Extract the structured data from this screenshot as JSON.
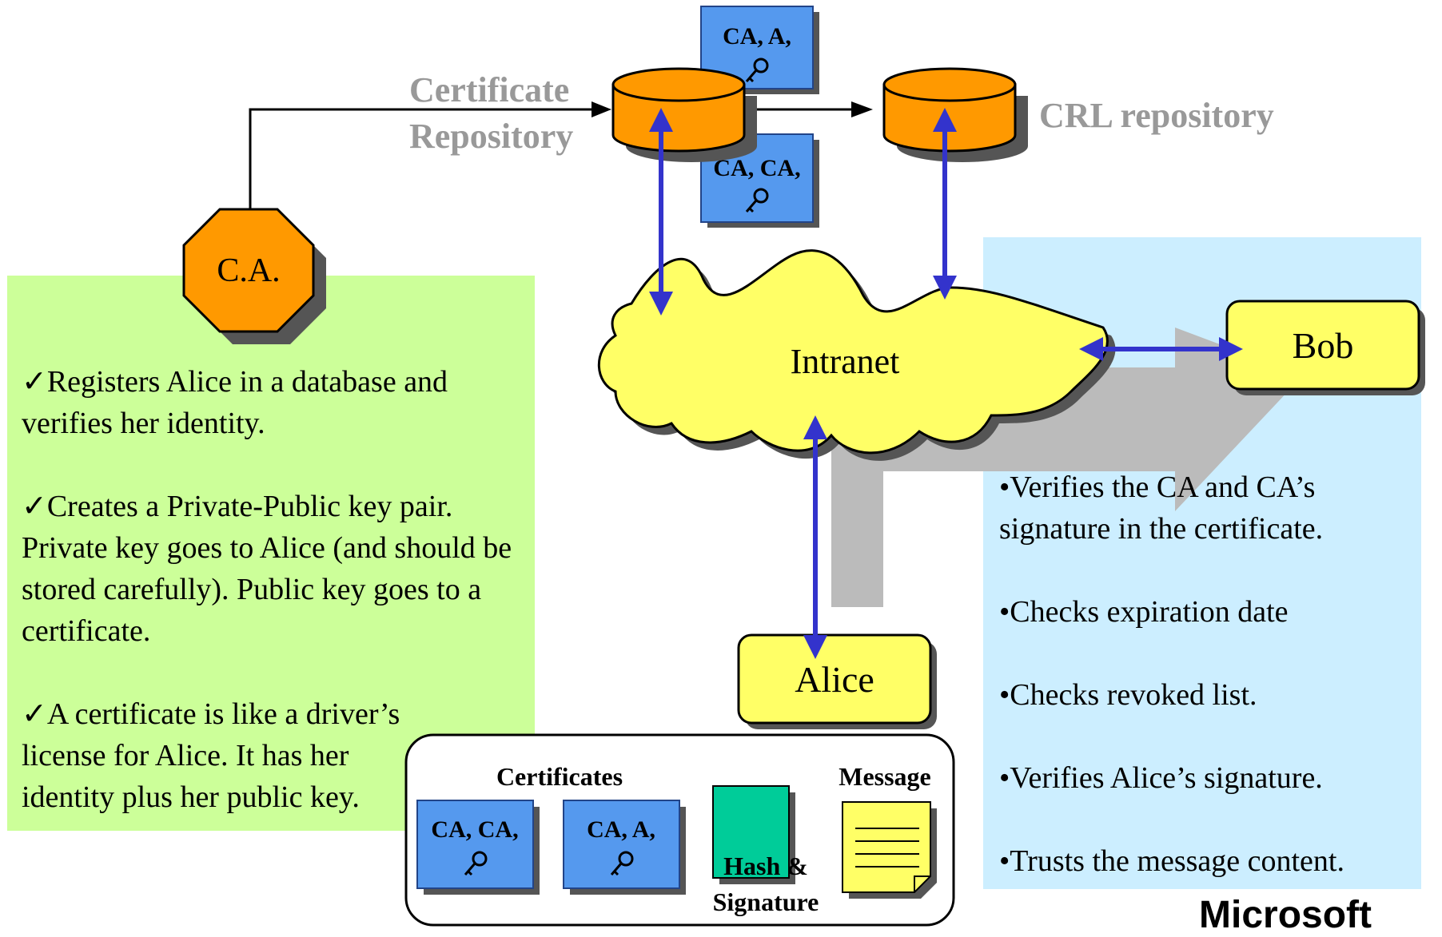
{
  "ca": {
    "label": "C.A."
  },
  "certificate_repository": {
    "line1": "Certificate",
    "line2": "Repository"
  },
  "crl_repository": {
    "label": "CRL repository"
  },
  "intranet": {
    "label": "Intranet"
  },
  "bob": {
    "label": "Bob"
  },
  "alice": {
    "label": "Alice"
  },
  "cert_card_top": {
    "line1": "CA, A,"
  },
  "cert_card_mid": {
    "line1": "CA, CA,"
  },
  "ca_notes": {
    "item1": "✓Registers Alice in a database and verifies her identity.",
    "item2": "✓Creates a Private-Public key pair. Private key goes to Alice (and should be stored carefully). Public key goes to a certificate.",
    "item3": "✓A certificate is like a driver’s license for Alice. It has her identity plus her public key."
  },
  "bob_notes": {
    "item1": "•Verifies the CA and CA’s signature in the certificate.",
    "item2": "•Checks expiration date",
    "item3": "•Checks revoked list.",
    "item4": "•Verifies Alice’s signature.",
    "item5": "•Trusts the message content."
  },
  "bundle": {
    "certificates_label": "Certificates",
    "message_label": "Message",
    "card1": "CA, CA,",
    "card2": "CA, A,",
    "hash_line1": "Hash &",
    "hash_line2": "Signature"
  },
  "footer": {
    "logo": "Microsoft"
  },
  "colors": {
    "repository": "#ff9900",
    "ca": "#ff9900",
    "cloud": "#ffff66",
    "card": "#5599ee",
    "hash": "#00cc99",
    "arrow": "#3333cc",
    "green_panel": "#ccff99",
    "blue_panel": "#cceeff"
  },
  "icons": {
    "key": "key-icon"
  }
}
